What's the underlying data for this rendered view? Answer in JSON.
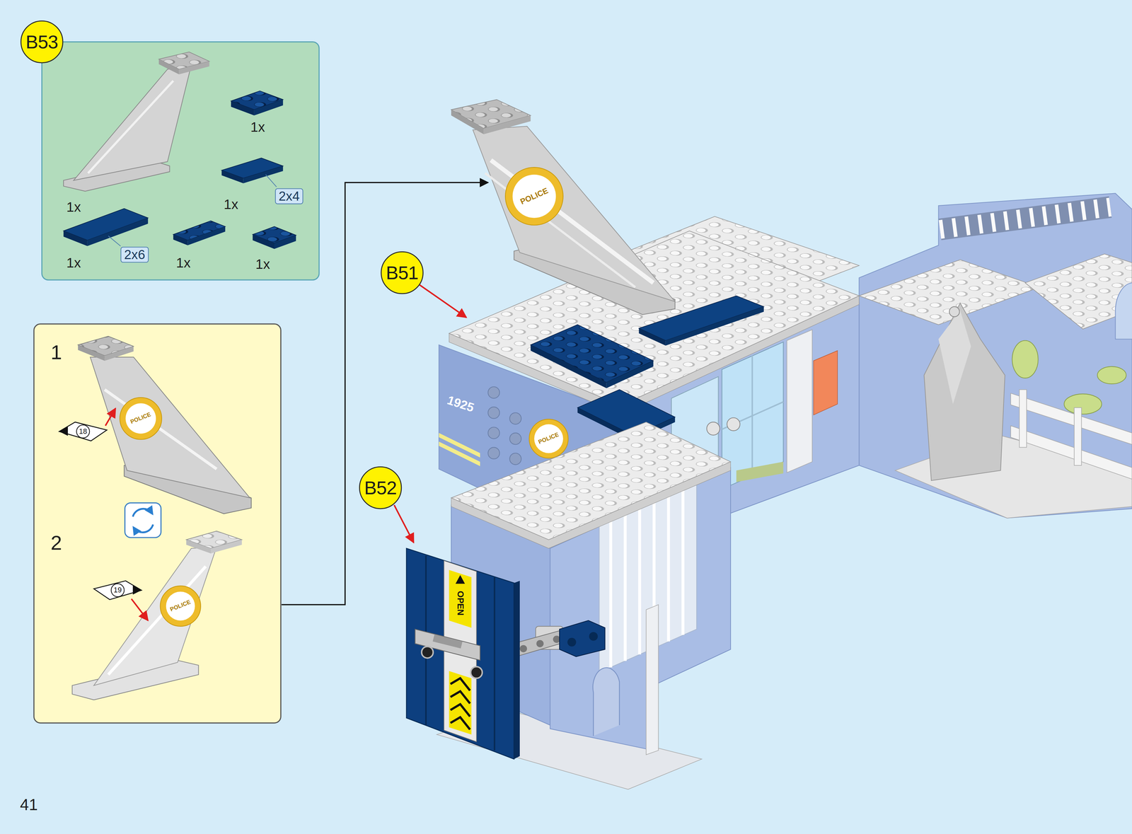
{
  "diagram": {
    "nodes": [
      {
        "text": [
          "B53"
        ]
      },
      {
        "text": [
          "2x4"
        ]
      },
      {
        "text": [
          "2x6"
        ]
      },
      {
        "text": [
          "18"
        ]
      },
      {
        "text": [
          "19"
        ]
      },
      {
        "text": [
          "B51"
        ]
      },
      {
        "text": [
          "B52"
        ]
      }
    ],
    "labels": [
      "1x",
      "1x",
      "1x",
      "1x",
      "1x",
      "1x",
      "1",
      "2",
      "POLICE",
      "POLICE",
      "POLICE",
      "1925",
      "POLICE",
      "OPEN",
      "41"
    ]
  }
}
